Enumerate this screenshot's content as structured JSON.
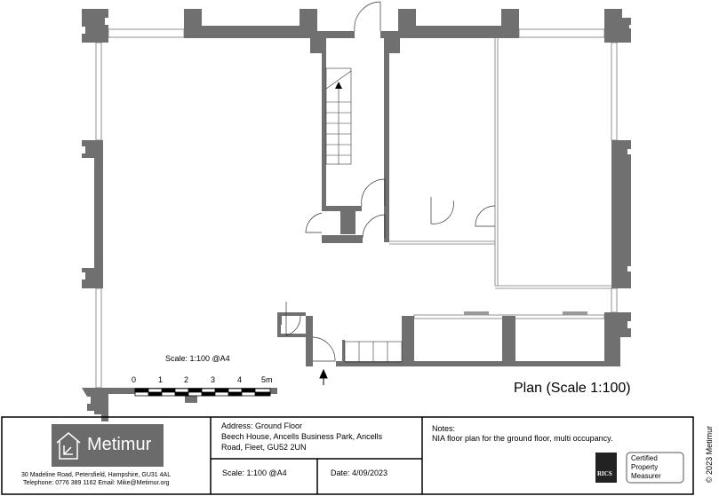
{
  "plan": {
    "scale_text": "Scale: 1:100 @A4",
    "scale_ticks": [
      "0",
      "1",
      "2",
      "3",
      "4",
      "5m"
    ],
    "title": "Plan (Scale 1:100)"
  },
  "title_block": {
    "company": "Metimur",
    "company_address": "30 Madeline Road, Petersfield, Hampshire, GU31 4AL",
    "company_contact": "Telephone: 0776 389 1162 Email: Mike@Metimur.org",
    "address_lines": [
      "Address: Ground Floor",
      "Beech House, Ancells Business Park, Ancells",
      "Road, Fleet, GU52 2UN"
    ],
    "scale": "Scale: 1:100 @A4",
    "date": "Date: 4/09/2023",
    "notes_label": "Notes:",
    "notes": "NIA floor plan for the ground floor, multi occupancy.",
    "rics": "RICS",
    "rics_badge": [
      "Certified",
      "Property",
      "Measurer"
    ],
    "copyright": "© 2023 Metimur"
  },
  "colors": {
    "wall": "#707070",
    "logo_bg": "#6b6b6b"
  }
}
